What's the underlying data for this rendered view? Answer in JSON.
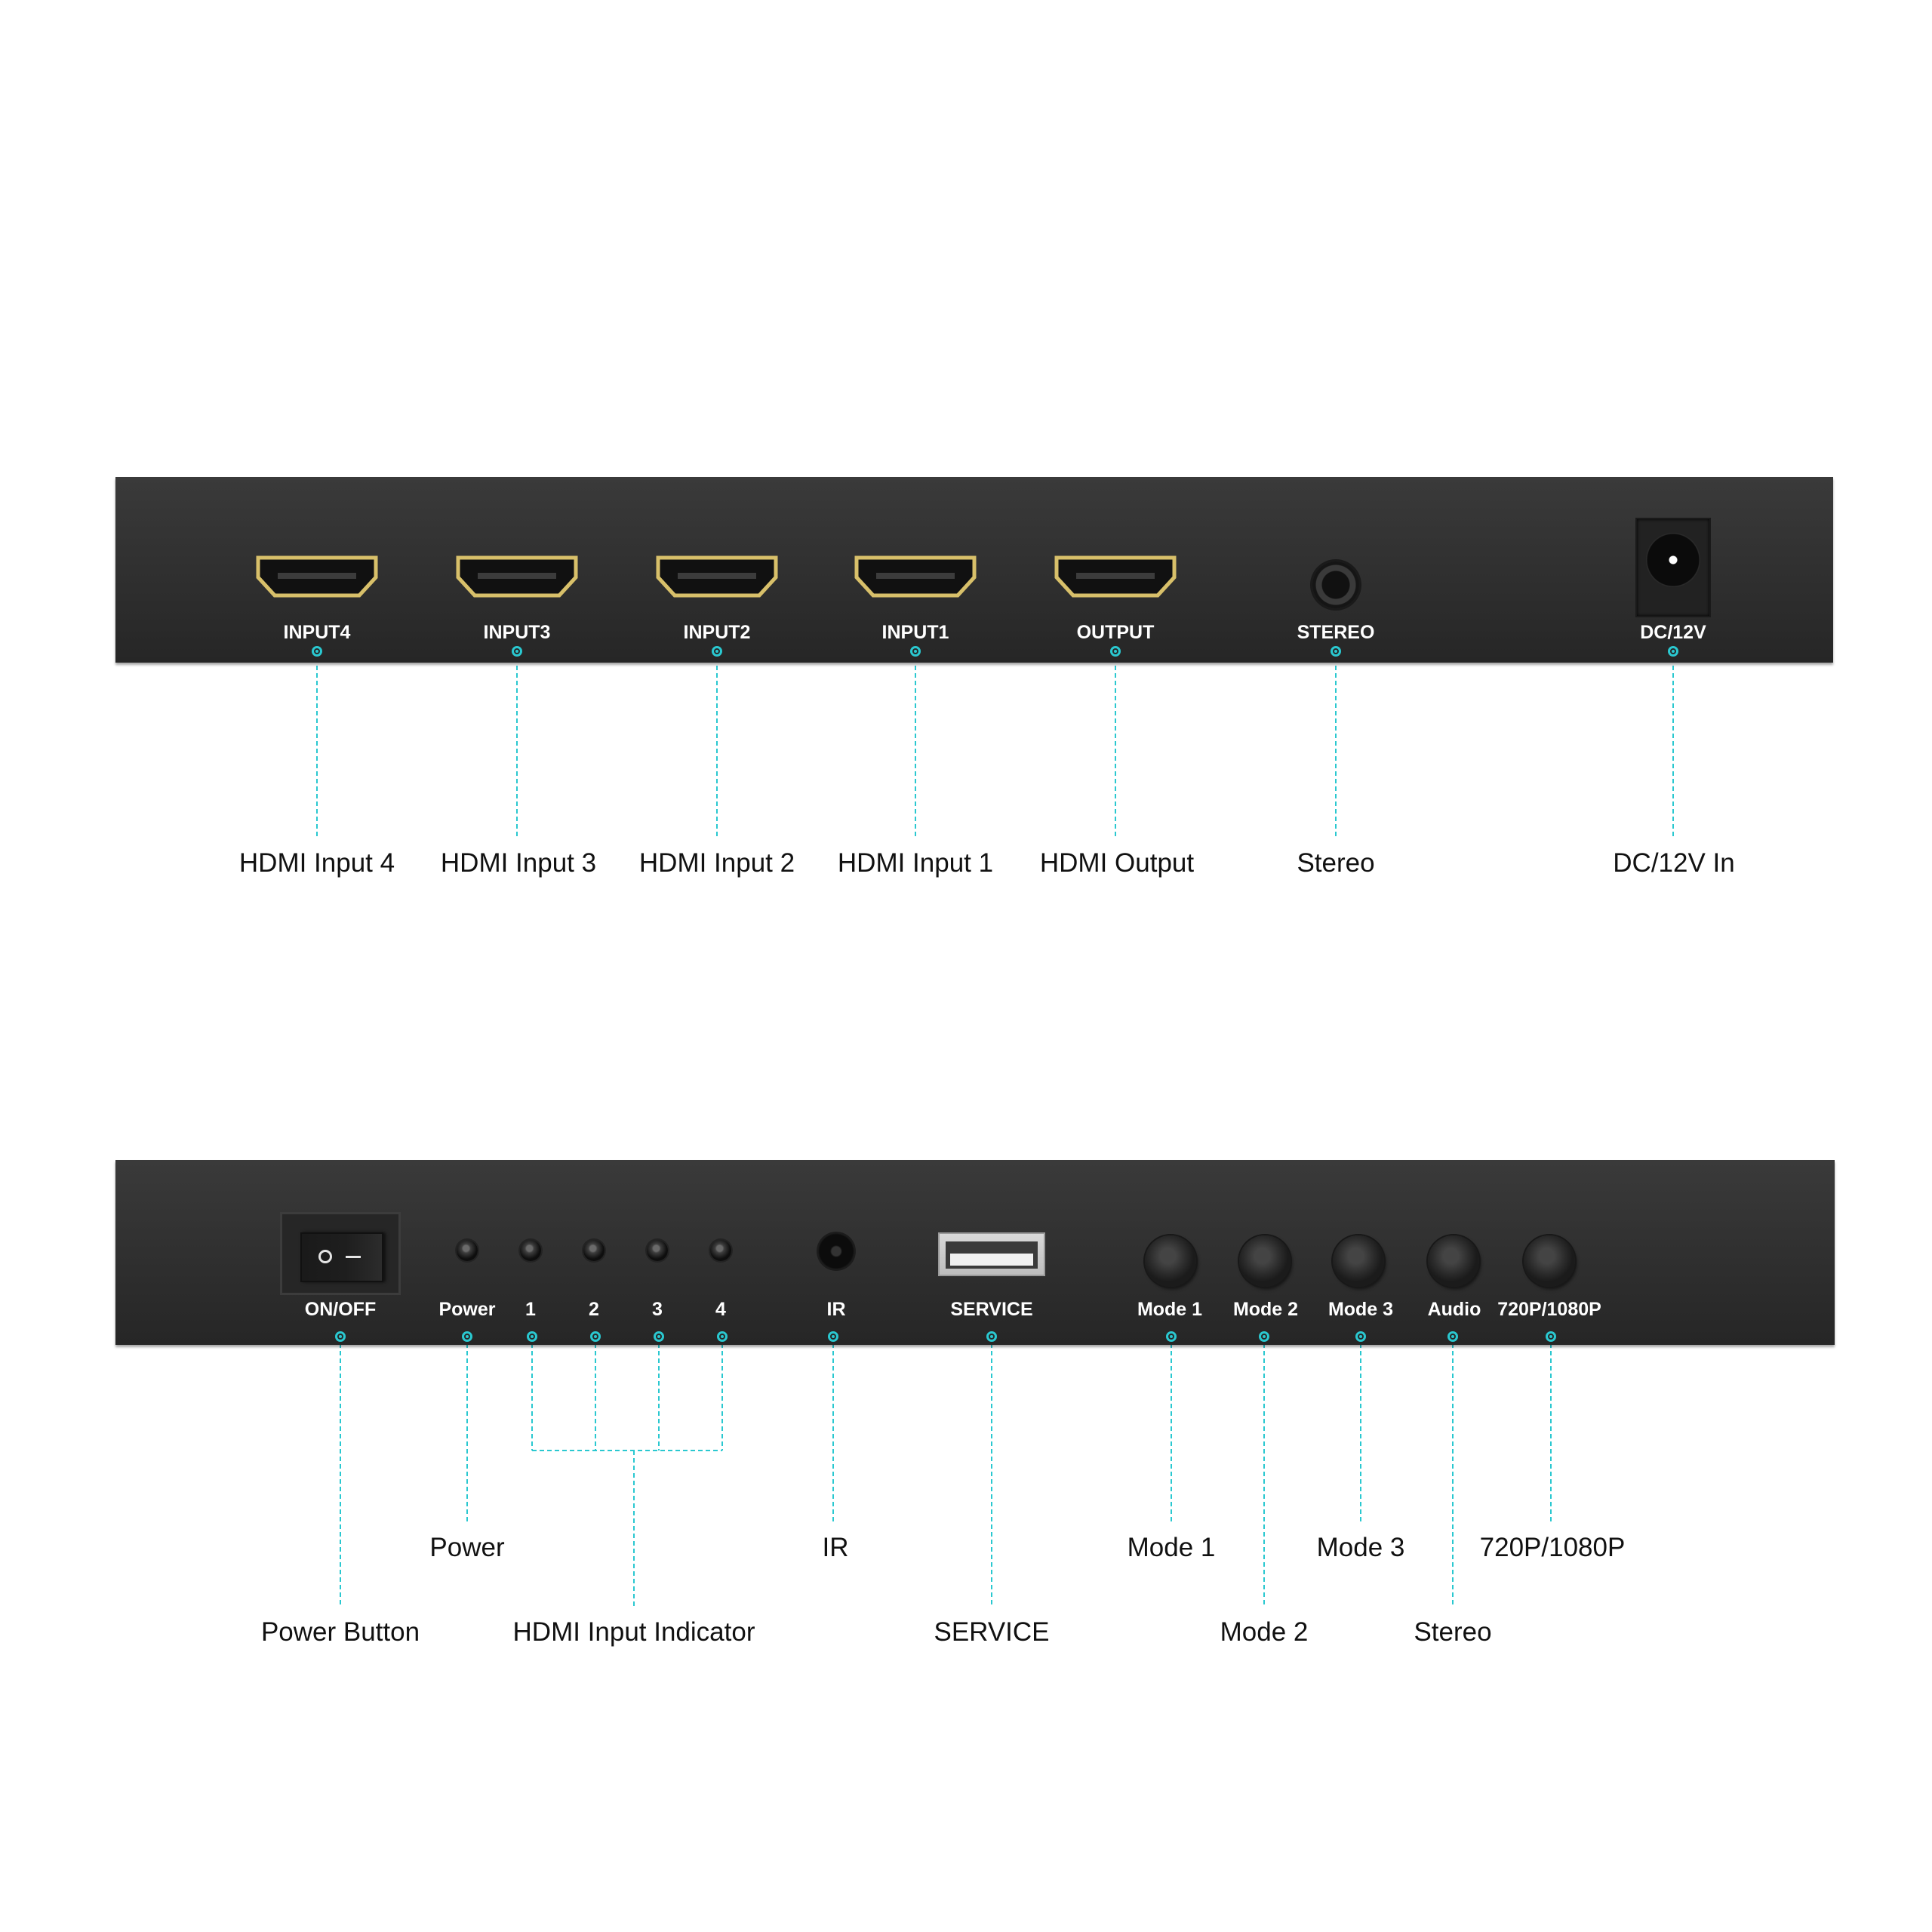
{
  "rear_panel": {
    "ports": [
      {
        "id": "input4",
        "label": "INPUT4",
        "callout": "HDMI Input 4"
      },
      {
        "id": "input3",
        "label": "INPUT3",
        "callout": "HDMI Input 3"
      },
      {
        "id": "input2",
        "label": "INPUT2",
        "callout": "HDMI Input 2"
      },
      {
        "id": "input1",
        "label": "INPUT1",
        "callout": "HDMI Input 1"
      },
      {
        "id": "output",
        "label": "OUTPUT",
        "callout": "HDMI Output"
      },
      {
        "id": "stereo",
        "label": "STEREO",
        "callout": "Stereo"
      },
      {
        "id": "dc",
        "label": "DC/12V",
        "callout": "DC/12V In"
      }
    ]
  },
  "front_panel": {
    "controls": [
      {
        "id": "onoff",
        "label": "ON/OFF",
        "callout": "Power Button"
      },
      {
        "id": "power",
        "label": "Power",
        "callout": "Power"
      },
      {
        "id": "led1",
        "label": "1"
      },
      {
        "id": "led2",
        "label": "2"
      },
      {
        "id": "led3",
        "label": "3"
      },
      {
        "id": "led4",
        "label": "4"
      },
      {
        "id": "ir",
        "label": "IR",
        "callout": "IR"
      },
      {
        "id": "service",
        "label": "SERVICE",
        "callout": "SERVICE"
      },
      {
        "id": "mode1",
        "label": "Mode 1",
        "callout": "Mode 1"
      },
      {
        "id": "mode2",
        "label": "Mode 2",
        "callout": "Mode 2"
      },
      {
        "id": "mode3",
        "label": "Mode 3",
        "callout": "Mode 3"
      },
      {
        "id": "audio",
        "label": "Audio",
        "callout": "Stereo"
      },
      {
        "id": "res",
        "label": "720P/1080P",
        "callout": "720P/1080P"
      }
    ],
    "group_callout": "HDMI Input Indicator"
  },
  "colors": {
    "panel": "#2e2e2e",
    "leader": "#2ac8d0",
    "hdmi_gold": "#d8c06a"
  }
}
